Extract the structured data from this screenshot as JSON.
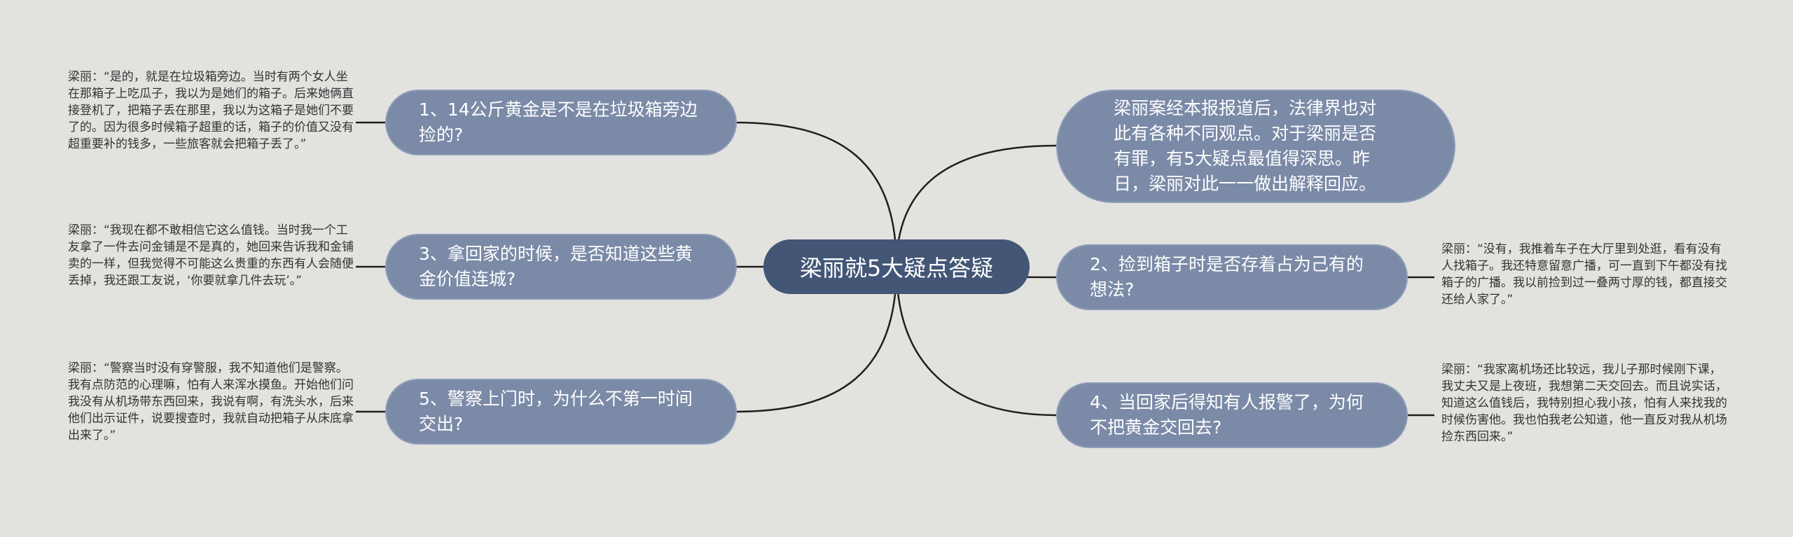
{
  "central": {
    "title": "梁丽就5大疑点答疑"
  },
  "intro": {
    "text": "梁丽案经本报报道后，法律界也对此有各种不同观点。对于梁丽是否有罪，有5大疑点最值得深思。昨日，梁丽对此一一做出解释回应。"
  },
  "questions": [
    {
      "text": "1、14公斤黄金是不是在垃圾箱旁边捡的?"
    },
    {
      "text": "3、拿回家的时候，是否知道这些黄金价值连城?"
    },
    {
      "text": "5、警察上门时，为什么不第一时间交出?"
    },
    {
      "text": "2、捡到箱子时是否存着占为己有的想法?"
    },
    {
      "text": "4、当回家后得知有人报警了，为何不把黄金交回去?"
    }
  ],
  "answers": [
    {
      "text": "梁丽：“是的，就是在垃圾箱旁边。当时有两个女人坐在那箱子上吃瓜子，我以为是她们的箱子。后来她俩直接登机了，把箱子丢在那里，我以为这箱子是她们不要了的。因为很多时候箱子超重的话，箱子的价值又没有超重要补的钱多，一些旅客就会把箱子丢了。”"
    },
    {
      "text": "梁丽：“我现在都不敢相信它这么值钱。当时我一个工友拿了一件去问金铺是不是真的，她回来告诉我和金铺卖的一样，但我觉得不可能这么贵重的东西有人会随便丢掉，我还跟工友说，‘你要就拿几件去玩’。”"
    },
    {
      "text": "梁丽：“警察当时没有穿警服，我不知道他们是警察。我有点防范的心理嘛，怕有人来浑水摸鱼。开始他们问我没有从机场带东西回来，我说有啊，有洗头水，后来他们出示证件，说要搜查时，我就自动把箱子从床底拿出来了。”"
    },
    {
      "text": "梁丽：“没有，我推着车子在大厅里到处逛，看有没有人找箱子。我还特意留意广播，可一直到下午都没有找箱子的广播。我以前捡到过一叠两寸厚的钱，都直接交还给人家了。”"
    },
    {
      "text": "梁丽：“我家离机场还比较远，我儿子那时候刚下课，我丈夫又是上夜班，我想第二天交回去。而且说实话，知道这么值钱后，我特别担心我小孩，怕有人来找我的时候伤害他。我也怕我老公知道，他一直反对我从机场捡东西回来。”"
    }
  ]
}
